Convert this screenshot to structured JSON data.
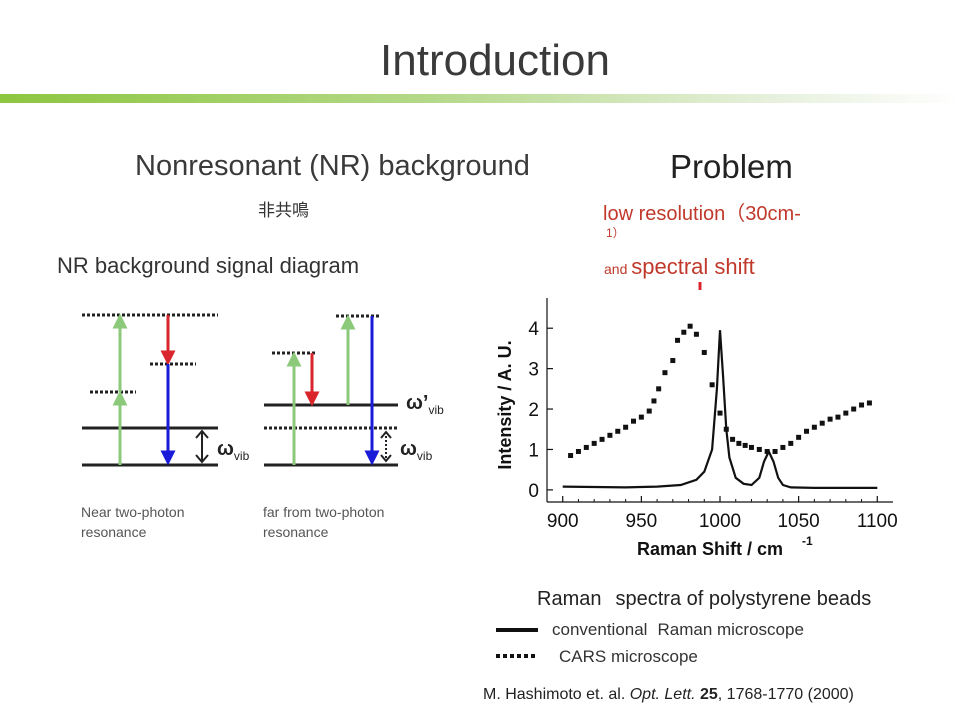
{
  "slide": {
    "title": "Introduction",
    "accent_color": "#8dc63f"
  },
  "left": {
    "heading": "Nonresonant (NR) background",
    "subheading": "非共鳴",
    "diagram_title": "NR background signal diagram",
    "label_near_line1": "Near two-photon",
    "label_near_line2": "resonance",
    "label_far_line1": "far from two-photon",
    "label_far_line2": "resonance",
    "omega_vib_left": "ω",
    "omega_vib_left_sub": "vib",
    "omega_prime": "ω’",
    "omega_prime_sub": "vib",
    "omega_vib_right": "ω",
    "omega_vib_right_sub": "vib",
    "arrow_colors": {
      "pump": "#8cc97a",
      "stokes": "#d9262c",
      "signal": "#1a1ad9"
    }
  },
  "right": {
    "heading": "Problem",
    "line1": "low resolution（30cm-",
    "line2": "1）",
    "line3_prefix": "and ",
    "line3_main": "spectral shift",
    "caption_word1": "Raman",
    "caption_rest": "spectra of polystyrene beads",
    "legend_solid_a": "conventional",
    "legend_solid_b": "Raman microscope",
    "legend_dotted": "CARS microscope",
    "citation_authors": "M. Hashimoto et. al. ",
    "citation_journal": "Opt. Lett.",
    "citation_volume": "25",
    "citation_pages": ", 1768-1770 (2000)",
    "marker_color": "#d9262c"
  },
  "chart_data": {
    "type": "line",
    "xlabel": "Raman Shift / cm",
    "xlabel_sup": "-1",
    "ylabel": "Intensity / A. U.",
    "xlim": [
      890,
      1110
    ],
    "ylim": [
      -0.3,
      4.5
    ],
    "xticks": [
      900,
      950,
      1000,
      1050,
      1100
    ],
    "yticks": [
      0,
      1,
      2,
      3,
      4
    ],
    "grid": false,
    "series": [
      {
        "style": "solid",
        "x": [
          900,
          920,
          940,
          960,
          975,
          985,
          990,
          995,
          998,
          1000,
          1002,
          1004,
          1006,
          1010,
          1015,
          1020,
          1025,
          1028,
          1031,
          1034,
          1037,
          1040,
          1045,
          1060,
          1080,
          1100
        ],
        "y": [
          0.08,
          0.07,
          0.06,
          0.08,
          0.12,
          0.25,
          0.45,
          1.0,
          2.5,
          3.95,
          2.8,
          1.5,
          0.8,
          0.3,
          0.15,
          0.12,
          0.3,
          0.7,
          0.95,
          0.7,
          0.3,
          0.12,
          0.06,
          0.05,
          0.05,
          0.05
        ]
      },
      {
        "style": "dotted",
        "x": [
          905,
          910,
          915,
          920,
          925,
          930,
          935,
          940,
          945,
          950,
          955,
          958,
          961,
          965,
          970,
          973,
          977,
          981,
          985,
          990,
          995,
          1000,
          1004,
          1008,
          1012,
          1016,
          1020,
          1025,
          1030,
          1035,
          1040,
          1045,
          1050,
          1055,
          1060,
          1065,
          1070,
          1075,
          1080,
          1085,
          1090,
          1095
        ],
        "y": [
          0.85,
          0.95,
          1.05,
          1.15,
          1.25,
          1.35,
          1.45,
          1.55,
          1.7,
          1.8,
          1.95,
          2.2,
          2.5,
          2.9,
          3.2,
          3.7,
          3.9,
          4.05,
          3.85,
          3.4,
          2.6,
          1.9,
          1.5,
          1.25,
          1.15,
          1.1,
          1.05,
          1.0,
          0.95,
          0.95,
          1.05,
          1.15,
          1.3,
          1.45,
          1.55,
          1.65,
          1.75,
          1.8,
          1.9,
          2.0,
          2.1,
          2.15
        ]
      }
    ]
  }
}
